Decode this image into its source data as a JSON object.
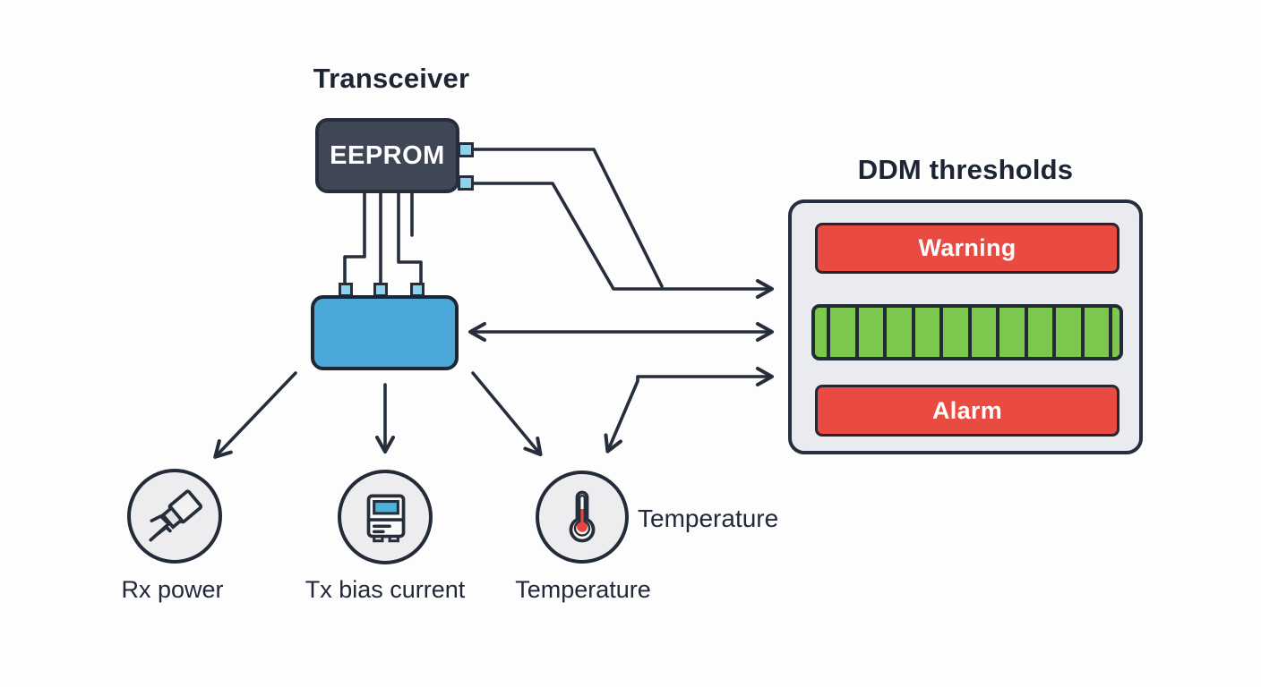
{
  "transceiver": {
    "title": "Transceiver",
    "eeprom_label": "EEPROM"
  },
  "ddm_panel": {
    "title": "DDM thresholds",
    "warning_label": "Warning",
    "alarm_label": "Alarm",
    "gauge": {
      "segments": 12,
      "segment_color": "#7cc84f"
    }
  },
  "sensors": [
    {
      "id": "rx-power",
      "label": "Rx power",
      "icon": "fiber-connector-icon"
    },
    {
      "id": "tx-bias",
      "label": "Tx bias current",
      "icon": "transmitter-device-icon"
    },
    {
      "id": "temperature",
      "label": "Temperature",
      "icon": "thermometer-icon",
      "side_label": "Temperature"
    }
  ],
  "colors": {
    "ink": "#262d3b",
    "eeprom_fill": "#3f4656",
    "dsp_fill": "#4aa7d7",
    "pin_blue": "#8fd3ea",
    "alert_red": "#e94b42",
    "gauge_green": "#7cc84f",
    "panel_gray": "#e9ebee",
    "circle_gray": "#ededef"
  }
}
